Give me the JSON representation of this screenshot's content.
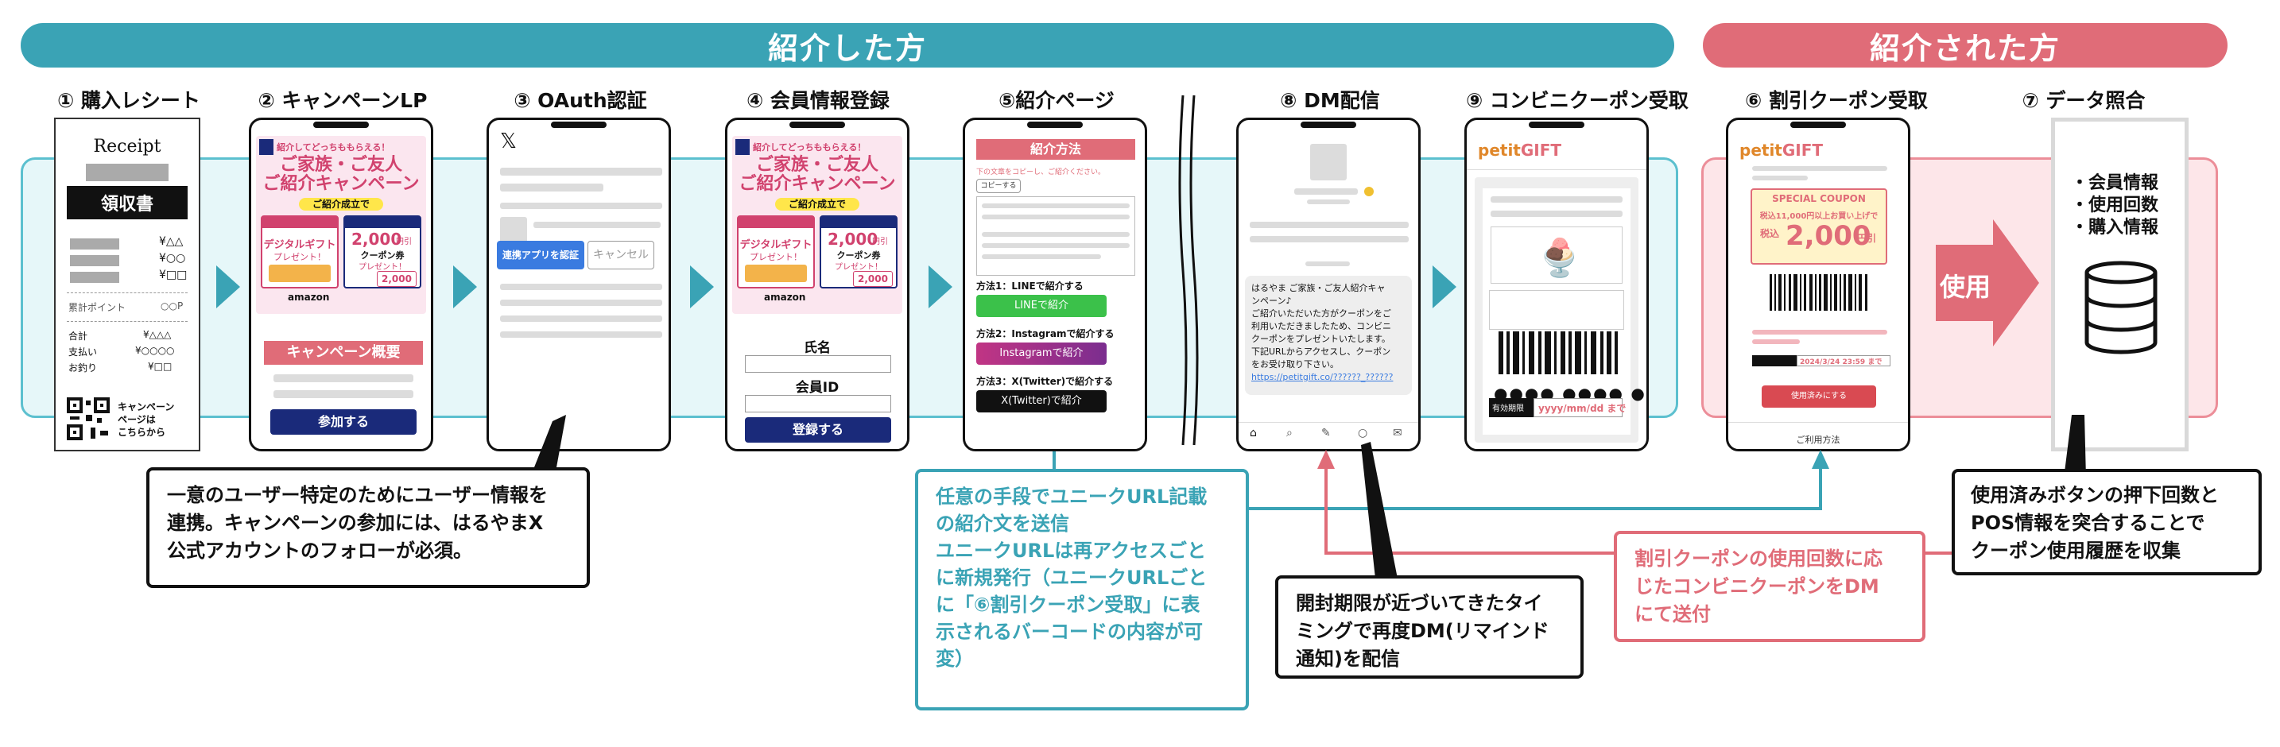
{
  "bands": {
    "referrer": "紹介した方",
    "referred": "紹介された方"
  },
  "steps": {
    "s1": "① 購入レシート",
    "s2": "② キャンペーンLP",
    "s3": "③ OAuth認証",
    "s4": "④ 会員情報登録",
    "s5": "⑤紹介ページ",
    "s8": "⑧ DM配信",
    "s9": "⑨ コンビニクーポン受取",
    "s6": "⑥ 割引クーポン受取",
    "s7": "⑦ データ照合"
  },
  "receipt": {
    "title": "Receipt",
    "ryoshusho": "領収書",
    "rows": [
      "¥△△",
      "¥○○",
      "¥□□"
    ],
    "points_label": "累計ポイント",
    "points_val": "○○P",
    "totals": [
      {
        "k": "合計",
        "v": "¥△△△"
      },
      {
        "k": "支払い",
        "v": "¥○○○○"
      },
      {
        "k": "お釣り",
        "v": "¥□□"
      }
    ],
    "qr_caption": [
      "キャンペーン",
      "ページは",
      "こちらから"
    ]
  },
  "lp": {
    "tagline": "紹介してどっちももらえる！",
    "headline1": "ご家族・ご友人",
    "headline2": "ご紹介キャンペーン",
    "established": "ご紹介成立で",
    "card_left_title": "デジタルギフト",
    "card_left_sub": "プレゼント！",
    "card_right_amount": "2,000",
    "card_right_unit": "円引",
    "card_right_sub": "クーポン券",
    "card_right_sub2": "プレゼント！",
    "card_right_badge": "2,000",
    "brand": "amazon",
    "section_title": "キャンペーン概要",
    "join_button": "参加する"
  },
  "oauth": {
    "x_logo": "𝕏",
    "authorize_button": "連携アプリを認証",
    "cancel_button": "キャンセル"
  },
  "member": {
    "name_label": "氏名",
    "id_label": "会員ID",
    "register_button": "登録する"
  },
  "intro": {
    "title": "紹介方法",
    "note": "下の文章をコピーし、ご紹介ください。",
    "copy_button": "コピーする",
    "m1": "方法1：LINEで紹介する",
    "line_button": "LINEで紹介",
    "m2": "方法2：Instagramで紹介する",
    "ig_button": "Instagramで紹介",
    "m3": "方法3：X(Twitter)で紹介する",
    "x_button": "X(Twitter)で紹介"
  },
  "dm": {
    "lines": [
      "はるやま ご家族・ご友人紹介キャ",
      "ンペーン♪",
      "ご紹介いただいた方がクーポンをご",
      "利用いただきましたため、コンビニ",
      "クーポンをプレゼントいたします。",
      "下記URLからアクセスし、クーポン",
      "をお受け取り下さい。"
    ],
    "link": "https://petitgift.co/??????_??????"
  },
  "conv": {
    "logo1": "petit",
    "logo2": "GIFT",
    "expiry_label": "有効期限",
    "expiry_val": "yyyy/mm/dd まで"
  },
  "coupon": {
    "logo1": "petit",
    "logo2": "GIFT",
    "special": "SPECIAL COUPON",
    "condition": "税込11,000円以上お買い上げで",
    "tax": "税込",
    "amount": "2,000",
    "unit": "円引",
    "expiry_val": "2024/3/24 23:59 まで",
    "use_button": "使用済みにする",
    "how_to": "ご利用方法"
  },
  "data": {
    "items": [
      "・会員情報",
      "・使用回数",
      "・購入情報"
    ],
    "use_arrow": "使用"
  },
  "notes": {
    "oauth": [
      "一意のユーザー特定のためにユーザー情報を",
      "連携。キャンペーンの参加には、はるやまX",
      "公式アカウントのフォローが必須。"
    ],
    "share": [
      "任意の手段でユニークURL記載",
      "の紹介文を送信",
      "ユニークURLは再アクセスごと",
      "に新規発行（ユニークURLごと",
      "に「⑥割引クーポン受取」に表",
      "示されるバーコードの内容が可",
      "変）"
    ],
    "remind": [
      "開封期限が近づいてきたタイ",
      "ミングで再度DM(リマインド",
      "通知)を配信"
    ],
    "conv": [
      "割引クーポンの使用回数に応",
      "じたコンビニクーポンをDM",
      "にて送付"
    ],
    "data": [
      "使用済みボタンの押下回数と",
      "POS情報を突合することで",
      "クーポン使用履歴を収集"
    ]
  },
  "colors": {
    "teal": "#3aa3b5",
    "pink": "#e06c78",
    "navy": "#1a2a7a",
    "line_green": "#3bc14a"
  }
}
